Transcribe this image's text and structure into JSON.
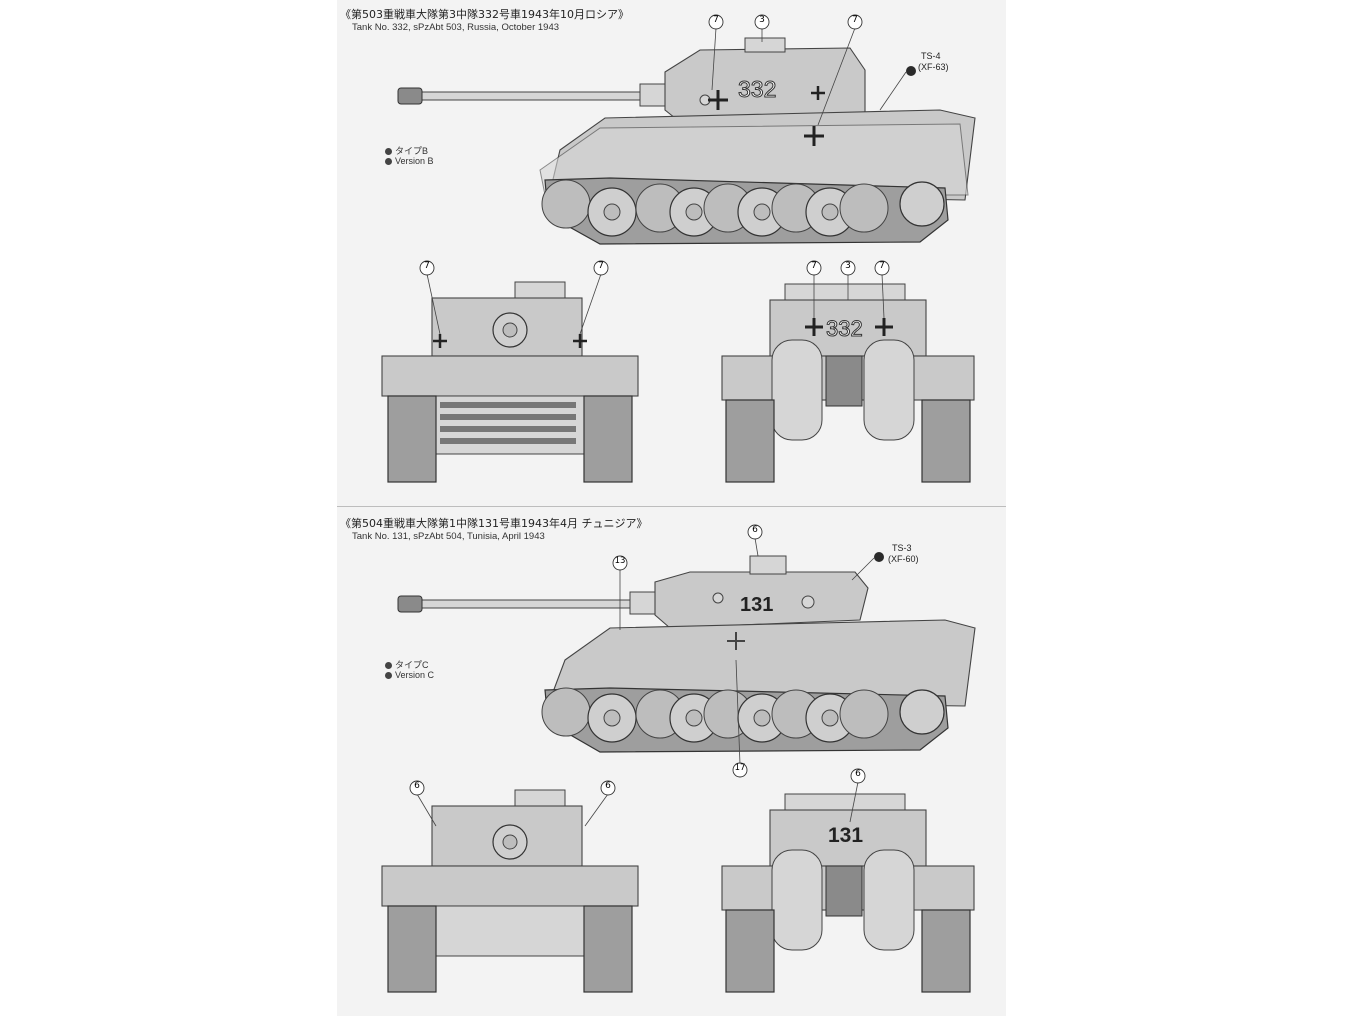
{
  "sections": [
    {
      "title_jp": "《第503重戦車大隊第3中隊332号車1943年10月ロシア》",
      "title_en": "Tank No. 332, sPzAbt 503, Russia, October 1943",
      "version_jp": "タイプB",
      "version_en": "Version B",
      "paint_code": "TS-4",
      "paint_sub": "(XF-63)",
      "tank_number": "332",
      "side_callouts": [
        "7",
        "3",
        "7"
      ],
      "front_callouts": [
        "7",
        "7"
      ],
      "rear_callouts": [
        "7",
        "3",
        "7"
      ]
    },
    {
      "title_jp": "《第504重戦車大隊第1中隊131号車1943年4月 チュニジア》",
      "title_en": "Tank No. 131, sPzAbt 504, Tunisia, April 1943",
      "version_jp": "タイプC",
      "version_en": "Version C",
      "paint_code": "TS-3",
      "paint_sub": "(XF-60)",
      "tank_number": "131",
      "side_callouts": [
        "13",
        "6"
      ],
      "bottom_callout": "17",
      "front_callouts": [
        "6",
        "6"
      ],
      "rear_callouts": [
        "6"
      ]
    }
  ]
}
